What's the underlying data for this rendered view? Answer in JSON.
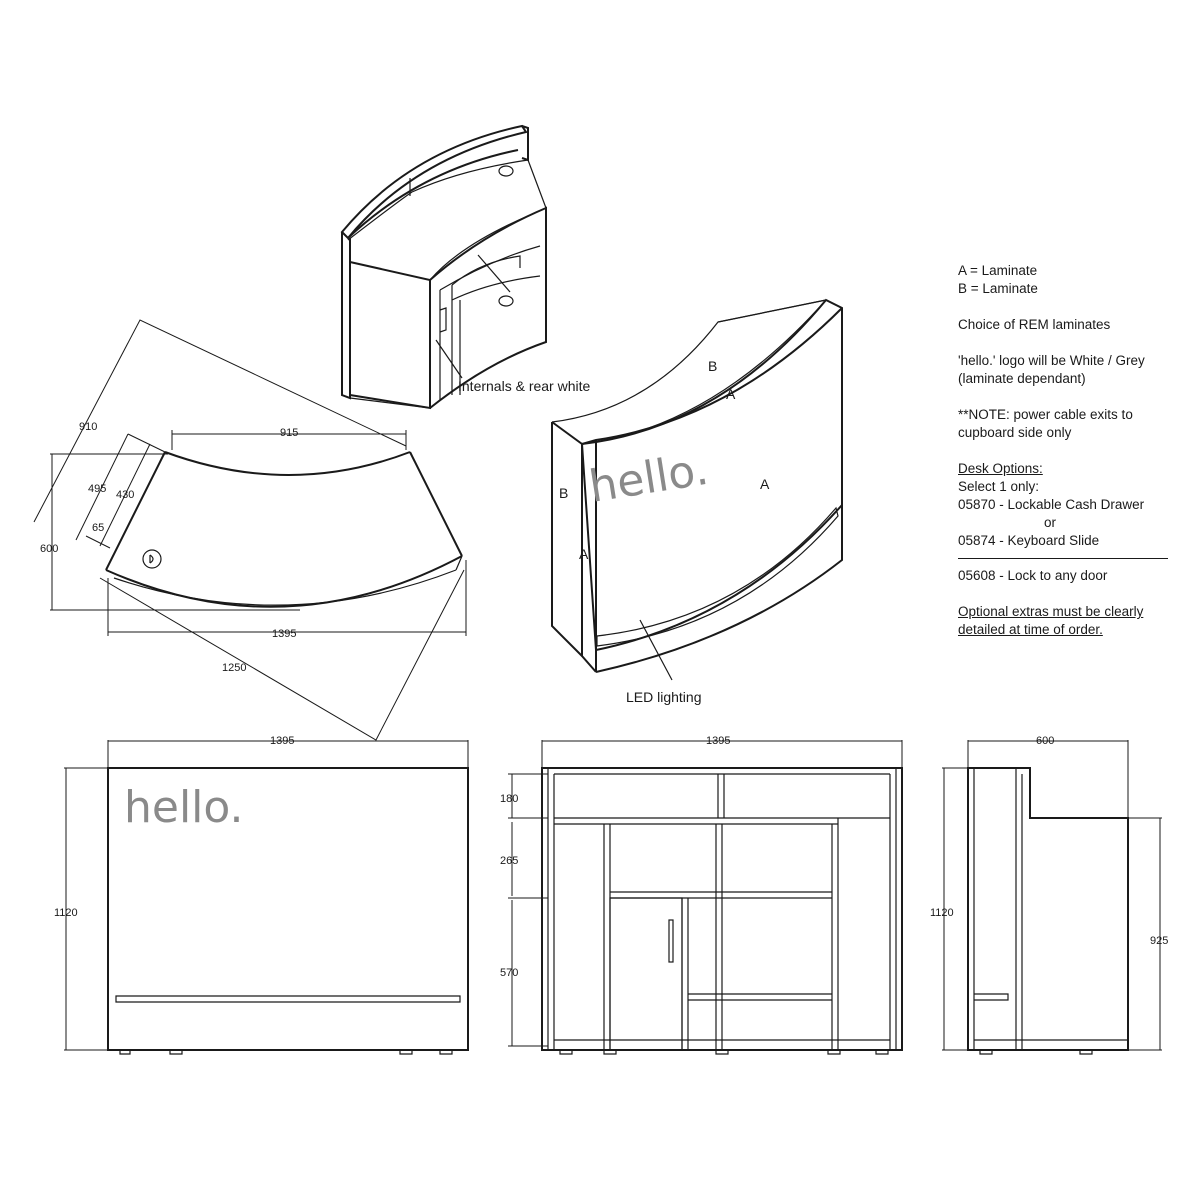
{
  "notes": {
    "line_a": "A = Laminate",
    "line_b": "B = Laminate",
    "choice": "Choice of REM laminates",
    "logo_line1": "'hello.' logo will be White / Grey",
    "logo_line2": "(laminate dependant)",
    "note_line1": "**NOTE: power cable exits to",
    "note_line2": "cupboard side only",
    "desk_options": "Desk Options:",
    "select": "Select 1 only:",
    "option1": "05870 - Lockable Cash Drawer",
    "or": "or",
    "option2": "05874 - Keyboard Slide",
    "option3": "05608 - Lock to any door",
    "optional1": "Optional extras must be clearly",
    "optional2": "detailed at time of order."
  },
  "labels": {
    "internals": "Internals & rear white",
    "led": "LED lighting",
    "logo": "hello.",
    "laminate_a": "A",
    "laminate_b": "B"
  },
  "plan_dims": {
    "d910": "910",
    "d915": "915",
    "d495": "495",
    "d430": "430",
    "d65": "65",
    "d600": "600",
    "d1395": "1395",
    "d1250": "1250"
  },
  "front_dims": {
    "width": "1395",
    "height": "1120"
  },
  "rear_dims": {
    "width": "1395",
    "h180": "180",
    "h265": "265",
    "h570": "570"
  },
  "side_dims": {
    "width": "600",
    "height": "1120",
    "h925": "925"
  }
}
